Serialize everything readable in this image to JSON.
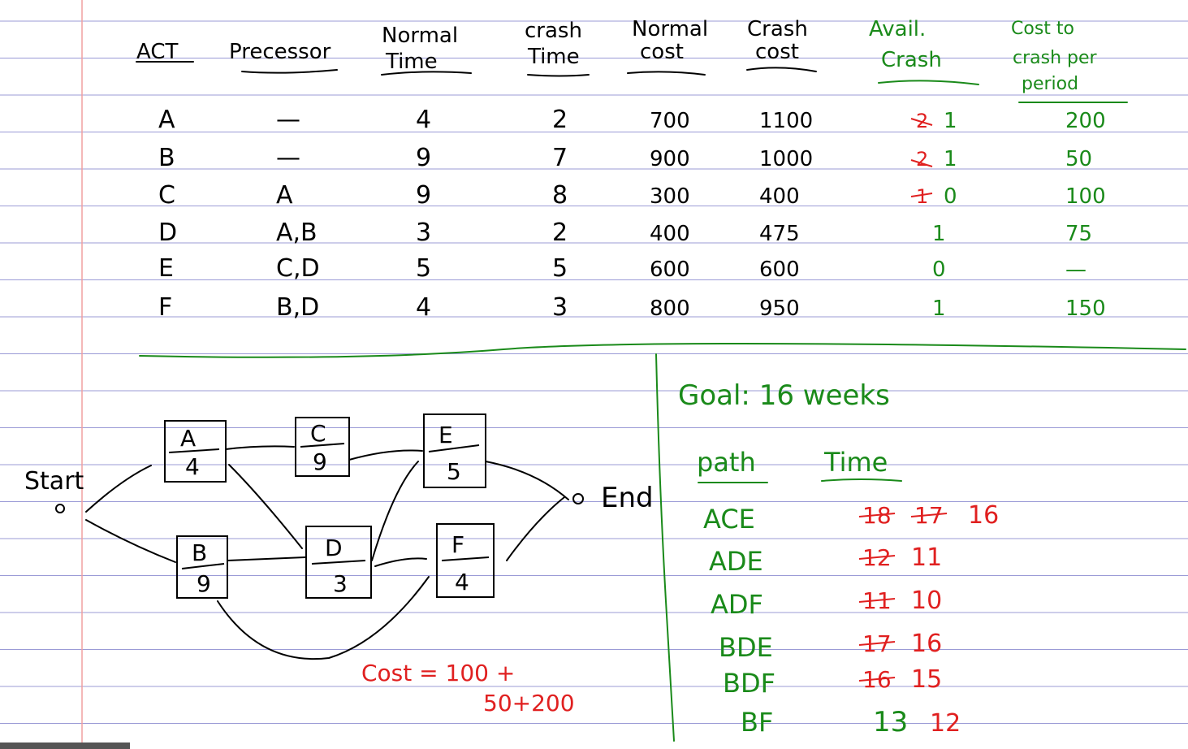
{
  "colors": {
    "ink": "#000000",
    "green": "#1a8a1a",
    "red": "#e02020",
    "rule_line": "#9b9bd6",
    "margin_line": "#f0a0a0"
  },
  "table": {
    "headers": {
      "act": "ACT",
      "pre": "Precessor",
      "nt1": "Normal",
      "nt2": "Time",
      "ct1": "crash",
      "ct2": "Time",
      "nc1": "Normal",
      "nc2": "cost",
      "cc1": "Crash",
      "cc2": "cost",
      "ac1": "Avail.",
      "ac2": "Crash",
      "cp1": "Cost to",
      "cp2": "crash per",
      "cp3": "period"
    },
    "rows": [
      {
        "act": "A",
        "pre": "—",
        "nt": "4",
        "ct": "2",
        "nc": "700",
        "cc": "1100",
        "old": "2",
        "av": "1",
        "cp": "200"
      },
      {
        "act": "B",
        "pre": "—",
        "nt": "9",
        "ct": "7",
        "nc": "900",
        "cc": "1000",
        "old": "2",
        "av": "1",
        "cp": "50"
      },
      {
        "act": "C",
        "pre": "A",
        "nt": "9",
        "ct": "8",
        "nc": "300",
        "cc": "400",
        "old": "1",
        "av": "0",
        "cp": "100"
      },
      {
        "act": "D",
        "pre": "A,B",
        "nt": "3",
        "ct": "2",
        "nc": "400",
        "cc": "475",
        "old": "",
        "av": "1",
        "cp": "75"
      },
      {
        "act": "E",
        "pre": "C,D",
        "nt": "5",
        "ct": "5",
        "nc": "600",
        "cc": "600",
        "old": "",
        "av": "0",
        "cp": "—"
      },
      {
        "act": "F",
        "pre": "B,D",
        "nt": "4",
        "ct": "3",
        "nc": "800",
        "cc": "950",
        "old": "",
        "av": "1",
        "cp": "150"
      }
    ]
  },
  "network": {
    "start": "Start",
    "end": "End",
    "nodes": {
      "A": {
        "label": "A",
        "time": "4"
      },
      "B": {
        "label": "B",
        "time": "9"
      },
      "C": {
        "label": "C",
        "time": "9"
      },
      "D": {
        "label": "D",
        "time": "3"
      },
      "E": {
        "label": "E",
        "time": "5"
      },
      "F": {
        "label": "F",
        "time": "4"
      }
    }
  },
  "goal": "Goal: 16 weeks",
  "paths": {
    "col_path": "path",
    "col_time": "Time",
    "rows": [
      {
        "path": "ACE",
        "struck": [
          "18",
          "17"
        ],
        "current": "16"
      },
      {
        "path": "ADE",
        "struck": [
          "12"
        ],
        "current": "11"
      },
      {
        "path": "ADF",
        "struck": [
          "11"
        ],
        "current": "10"
      },
      {
        "path": "BDE",
        "struck": [
          "17"
        ],
        "current": "16"
      },
      {
        "path": "BDF",
        "struck": [
          "16"
        ],
        "current": "15"
      },
      {
        "path": "BF",
        "struck": [],
        "current": "13",
        "next": "12"
      }
    ]
  },
  "cost": {
    "line1": "Cost = 100 +",
    "line2": "50+200"
  }
}
